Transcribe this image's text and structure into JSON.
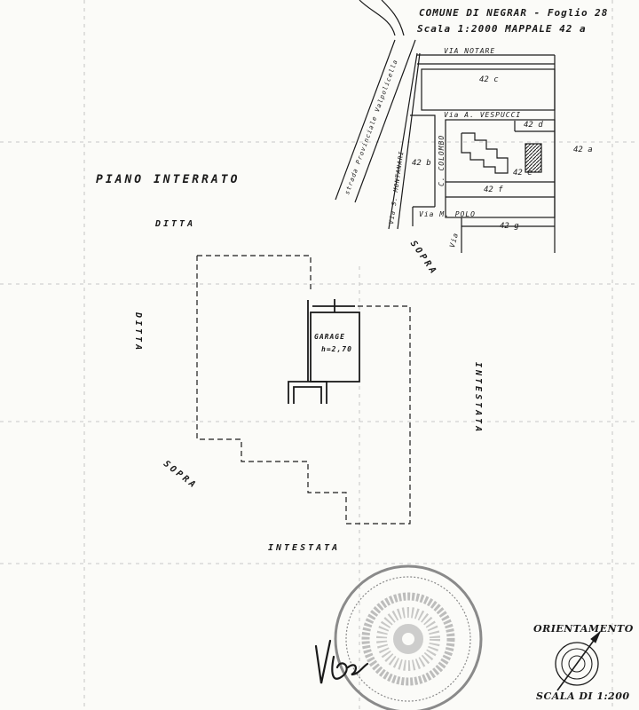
{
  "header": {
    "line1": "COMUNE DI NEGRAR - Foglio 28",
    "line2": "Scala 1:2000 MAPPALE 42 a"
  },
  "location_map": {
    "streets": {
      "via_notare": "VIA NOTARE",
      "via_velpucci": "Via A. VESPUCCI",
      "via_colombo": "C. COLOMBO",
      "via_polo": "Via M. POLO",
      "via_e_parcel_alt": "Via",
      "strada_provinciale": "strada Provinciale Valpolicella",
      "via_montanari": "Via S. MONTANARI"
    },
    "parcels": {
      "p42c": "42 c",
      "p42d": "42 d",
      "p42b": "42 b",
      "p42e": "42 e",
      "p42f": "42 f",
      "p42g": "42 g",
      "p42a": "42 a"
    }
  },
  "floor_plan": {
    "title": "PIANO INTERRATO",
    "ditta_top": "DITTA",
    "ditta_left": "DITTA",
    "sopra_right": "SOPRA",
    "intestata_right": "INTESTATA",
    "sopra_bottom": "SOPRA",
    "intestata_bottom": "INTESTATA",
    "room_name": "GARAGE",
    "room_height": "h=2,70"
  },
  "orientation": {
    "label": "ORIENTAMENTO",
    "scale": "SCALA DI 1:200"
  },
  "colors": {
    "ink": "#1a1a1a",
    "paper": "#fbfbf8",
    "stamp": "#8a8a8a"
  }
}
